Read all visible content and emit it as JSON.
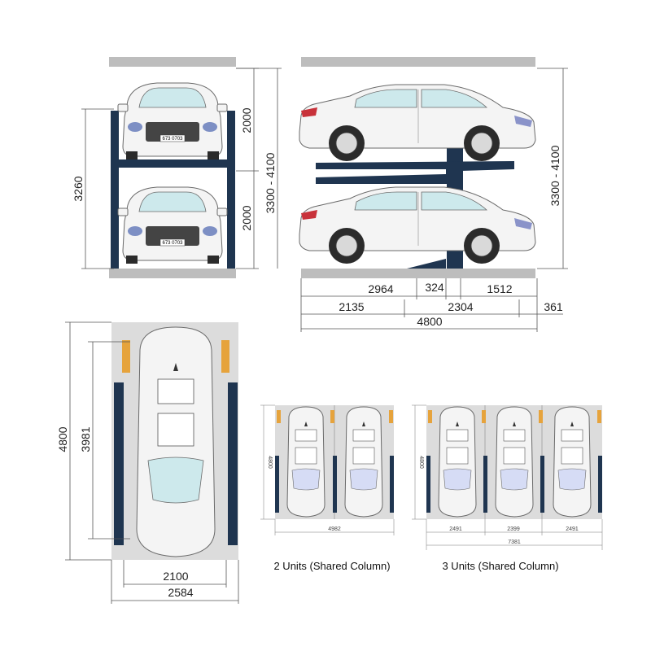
{
  "front_view": {
    "dim_height_total": "3260",
    "dim_upper": "2000",
    "dim_lower": "2000",
    "dim_range": "3300 - 4100",
    "plate_text": "673 0703"
  },
  "side_view": {
    "dim_range": "3300 - 4100",
    "dim_a": "2964",
    "dim_b": "324",
    "dim_c": "1512",
    "dim_d": "2135",
    "dim_e": "2304",
    "dim_f": "361",
    "dim_total": "4800"
  },
  "top_view": {
    "dim_length": "4800",
    "dim_inner": "3981",
    "dim_width_inner": "2100",
    "dim_width_total": "2584"
  },
  "two_units": {
    "caption": "2 Units (Shared Column)",
    "dim_height": "4800",
    "dim_width": "4982"
  },
  "three_units": {
    "caption": "3 Units (Shared Column)",
    "dim_height": "4800",
    "dim_w1": "2491",
    "dim_w2": "2399",
    "dim_w3": "2491",
    "dim_total": "7381"
  },
  "colors": {
    "post": "#1f3550",
    "slab": "#bdbdbd",
    "glass": "#cde9ec",
    "accent": "#e6a33c"
  }
}
